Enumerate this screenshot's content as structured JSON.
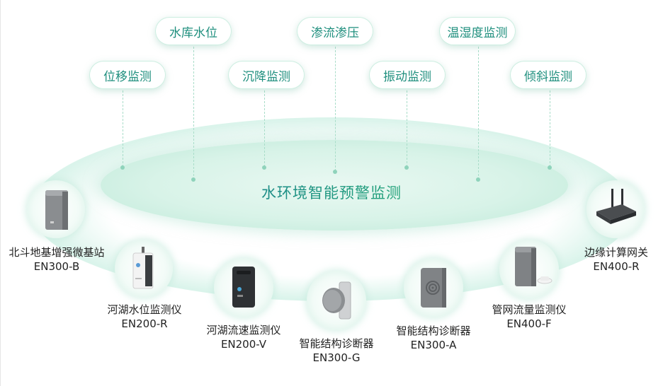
{
  "center_title": "水环境智能预警监测",
  "monitors": [
    {
      "label": "水库水位"
    },
    {
      "label": "渗流渗压"
    },
    {
      "label": "温湿度监测"
    },
    {
      "label": "位移监测"
    },
    {
      "label": "沉降监测"
    },
    {
      "label": "振动监测"
    },
    {
      "label": "倾斜监测"
    }
  ],
  "devices": [
    {
      "name": "北斗地基增强微基站",
      "model": "EN300-B"
    },
    {
      "name": "河湖水位监测仪",
      "model": "EN200-R"
    },
    {
      "name": "河湖流速监测仪",
      "model": "EN200-V"
    },
    {
      "name": "智能结构诊断器",
      "model": "EN300-G"
    },
    {
      "name": "智能结构诊断器",
      "model": "EN300-A"
    },
    {
      "name": "管网流量监测仪",
      "model": "EN400-F"
    },
    {
      "name": "边缘计算网关",
      "model": "EN400-R"
    }
  ],
  "colors": {
    "accent_teal": "#1f8f7e",
    "ring_green": "#c6ecdd"
  }
}
